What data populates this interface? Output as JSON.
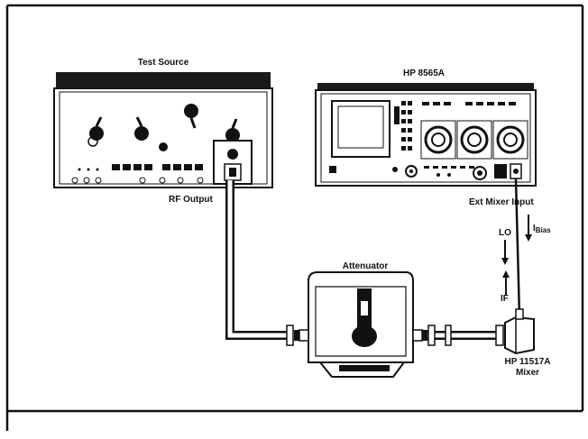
{
  "labels": {
    "test_source": "Test Source",
    "analyzer": "HP 8565A",
    "rf_output": "RF Output",
    "ext_mixer_input": "Ext Mixer Input",
    "lo": "LO",
    "i_bias_main": "I",
    "i_bias_sub": "Bias",
    "if": "IF",
    "attenuator": "Attenuator",
    "mixer_model": "HP 11517A",
    "mixer_word": "Mixer"
  }
}
